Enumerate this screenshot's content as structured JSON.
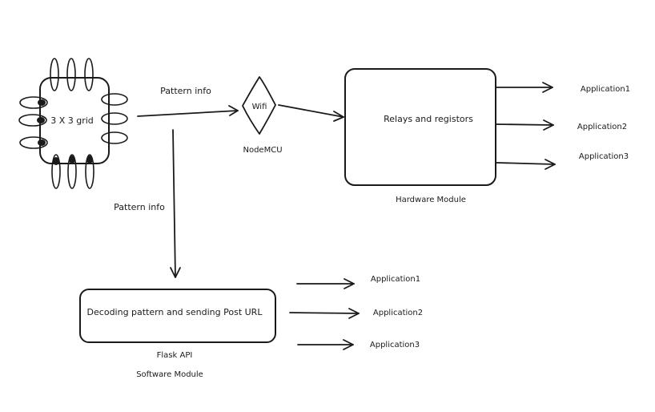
{
  "grid": {
    "label": "3 X 3 grid"
  },
  "edges": {
    "grid_to_wifi": "Pattern info",
    "grid_to_flask": "Pattern info"
  },
  "wifi": {
    "label": "Wifi",
    "caption": "NodeMCU"
  },
  "hardware": {
    "box_label": "Relays and registors",
    "caption": "Hardware Module",
    "outputs": [
      "Application1",
      "Application2",
      "Application3"
    ]
  },
  "software": {
    "box_label": "Decoding pattern and sending Post URL",
    "caption_line1": "Flask API",
    "caption_line2": "Software Module",
    "outputs": [
      "Application1",
      "Application2",
      "Application3"
    ]
  }
}
